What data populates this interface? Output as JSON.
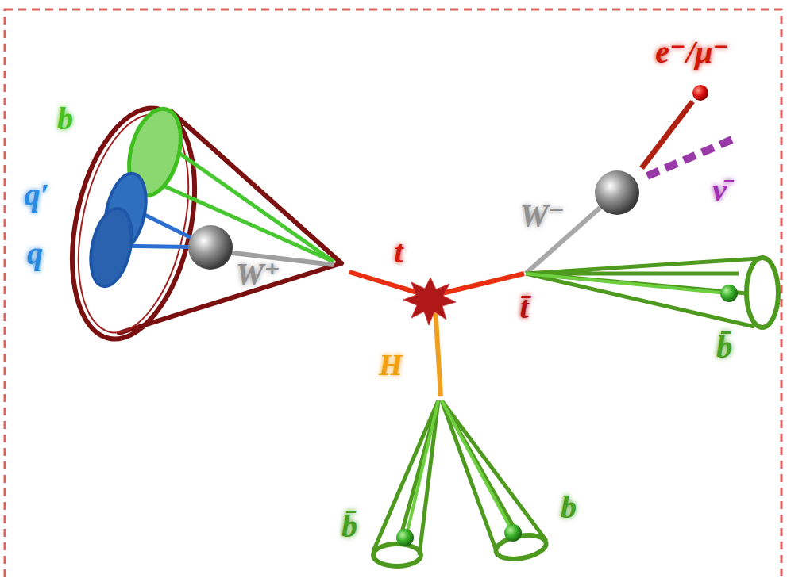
{
  "diagram": {
    "labels": [
      "e⁻/μ⁻",
      "b",
      "ν̄",
      "q′",
      "W⁻",
      "q",
      "t",
      "W⁺",
      "t̄",
      "b̄",
      "H",
      "b",
      "b̄"
    ]
  }
}
